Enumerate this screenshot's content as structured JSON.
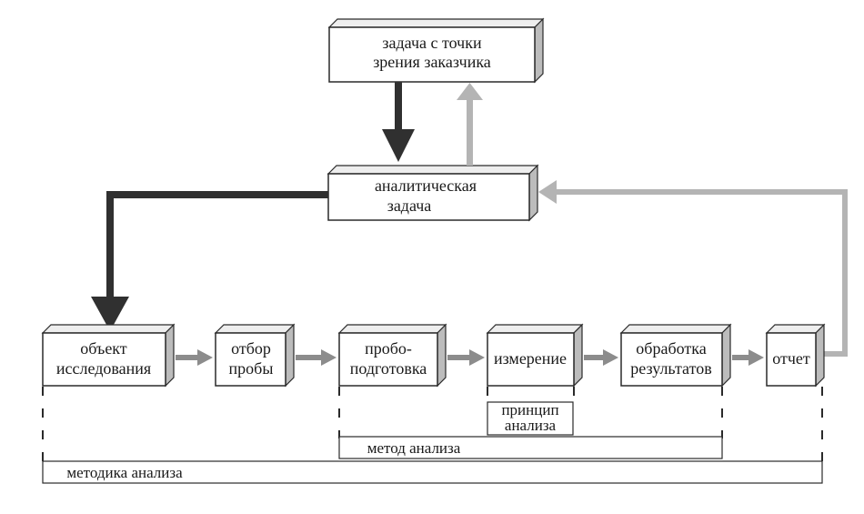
{
  "boxes": {
    "customer_task": [
      "задача с точки",
      "зрения заказчика"
    ],
    "analytical_task": [
      "аналитическая",
      "задача"
    ],
    "research_object": [
      "объект",
      "исследования"
    ],
    "sampling": [
      "отбор",
      "пробы"
    ],
    "sample_prep": [
      "пробо-",
      "подготовка"
    ],
    "measurement": [
      "измерение"
    ],
    "data_processing": [
      "обработка",
      "результатов"
    ],
    "report": [
      "отчет"
    ]
  },
  "brackets": {
    "principle": [
      "принцип",
      "анализа"
    ],
    "method": "метод анализа",
    "methodology": "методика анализа"
  },
  "colors": {
    "forward_arrow": "#303030",
    "return_arrow": "#b4b4b4",
    "flow_arrow": "#8c8c8c",
    "box_face": "#ffffff",
    "box_top": "#eeeeee",
    "box_side": "#bcbcbc",
    "outline": "#2a2a2a"
  }
}
